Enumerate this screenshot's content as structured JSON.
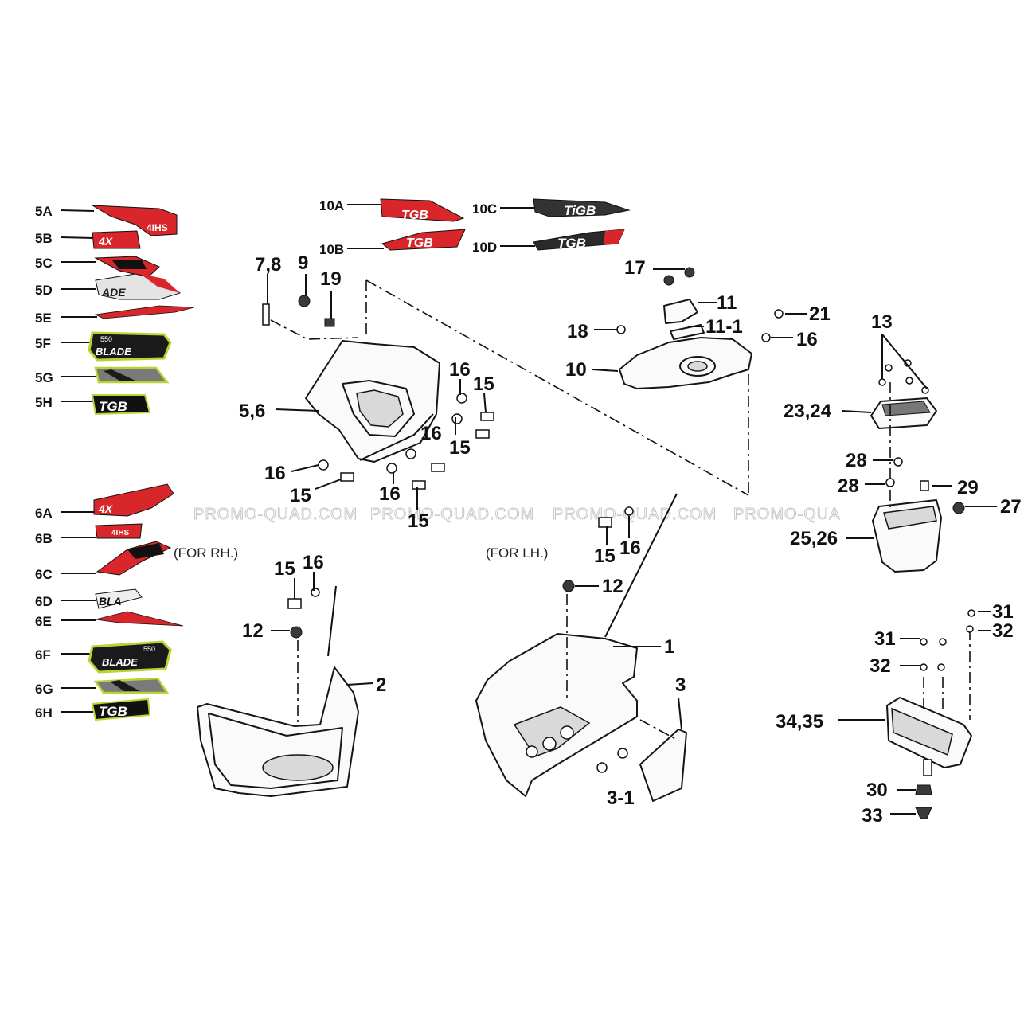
{
  "decals_left_group1": [
    "5A",
    "5B",
    "5C",
    "5D",
    "5E",
    "5F",
    "5G",
    "5H"
  ],
  "decals_left_group2": [
    "6A",
    "6B",
    "6C",
    "6D",
    "6E",
    "6F",
    "6G",
    "6H"
  ],
  "decals_top": [
    "10A",
    "10B",
    "10C",
    "10D"
  ],
  "decal_text": {
    "tgb": "TGB",
    "tgb_alt": "TiGB",
    "blade": "BLADE",
    "four_x": "4X",
    "ade": "ADE",
    "bla": "BLA",
    "cc": "550",
    "ihs": "4IHS"
  },
  "notes": {
    "for_rh": "(FOR RH.)",
    "for_lh": "(FOR LH.)"
  },
  "watermark": "PROMO-QUAD.COM",
  "watermark_cut": "PROMO-QUA",
  "callouts": {
    "c78": "7,8",
    "c9": "9",
    "c19": "19",
    "c56": "5,6",
    "c16a": "16",
    "c15a": "15",
    "c16b": "16",
    "c15b": "15",
    "c16c": "16",
    "c15c": "15",
    "c16d": "16",
    "c15d": "15",
    "c17": "17",
    "c11": "11",
    "c111": "11-1",
    "c18": "18",
    "c10": "10",
    "c21": "21",
    "c16e": "16",
    "c13": "13",
    "c2324": "23,24",
    "c28a": "28",
    "c28b": "28",
    "c29": "29",
    "c27": "27",
    "c2526": "25,26",
    "c15e": "15",
    "c16f": "16",
    "c12a": "12",
    "c2": "2",
    "c15f": "15",
    "c16g": "16",
    "c12b": "12",
    "c1": "1",
    "c3": "3",
    "c31": "3-1",
    "c31a": "31",
    "c31b": "31",
    "c32a": "32",
    "c32b": "32",
    "c3435": "34,35",
    "c30": "30",
    "c33": "33"
  }
}
